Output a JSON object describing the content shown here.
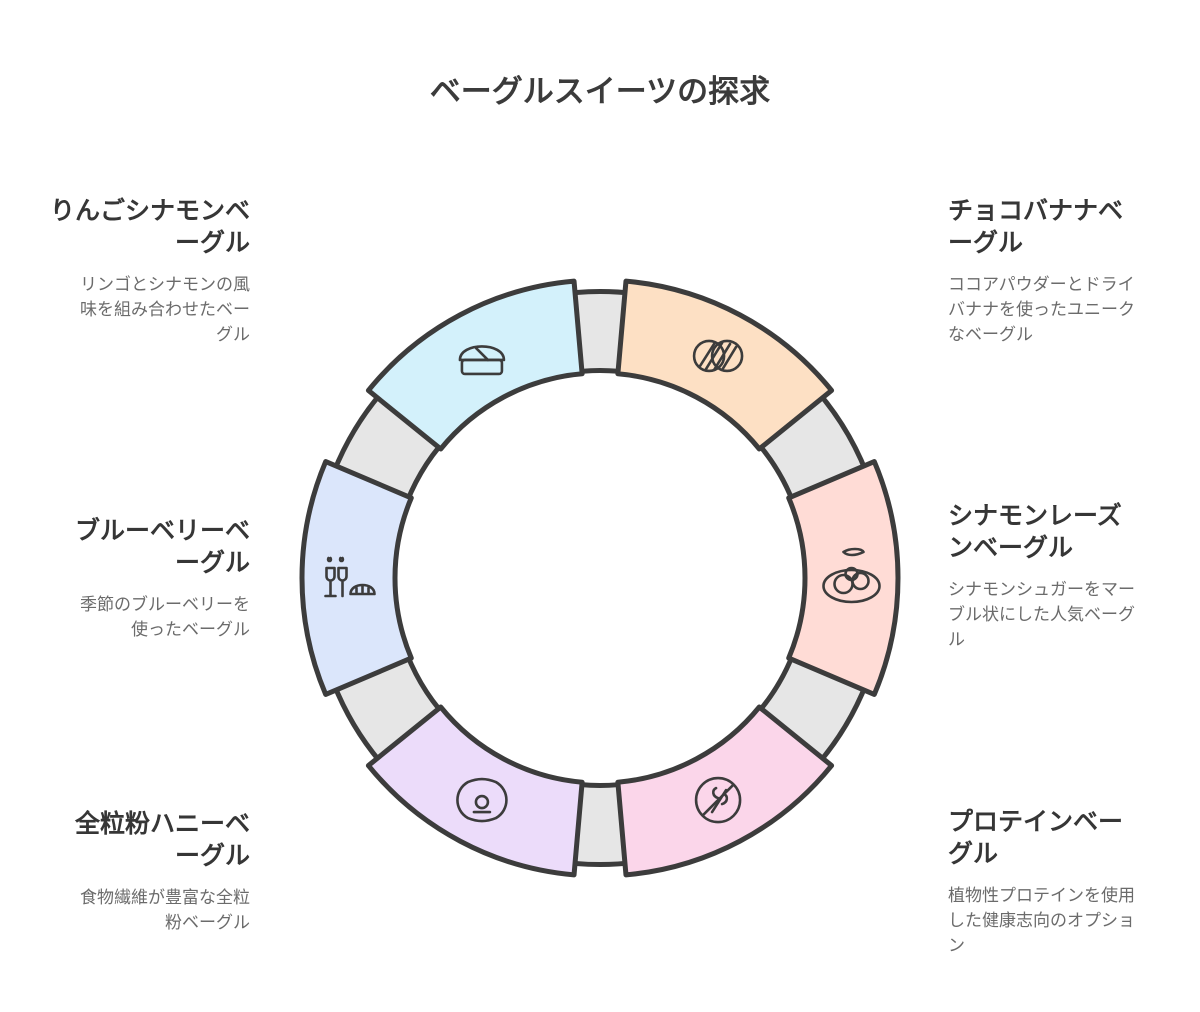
{
  "title": "ベーグルスイーツの探求",
  "items": [
    {
      "heading": "りんごシナモンベーグル",
      "description": "リンゴとシナモンの風味を組み合わせたベーグル",
      "color": "#d3f1fb",
      "icon": "bread-loaf-icon"
    },
    {
      "heading": "チョコバナナベーグル",
      "description": "ココアパウダーとドライバナナを使ったユニークなベーグル",
      "color": "#fde0c4",
      "icon": "intersecting-circles-icon"
    },
    {
      "heading": "シナモンレーズンベーグル",
      "description": "シナモンシュガーをマーブル状にした人気ベーグル",
      "color": "#ffdcd6",
      "icon": "cookies-plate-icon"
    },
    {
      "heading": "プロテインベーグル",
      "description": "植物性プロテインを使用した健康志向のオプション",
      "color": "#fbd6ea",
      "icon": "no-wheat-icon"
    },
    {
      "heading": "全粒粉ハニーベーグル",
      "description": "食物繊維が豊富な全粒粉ベーグル",
      "color": "#ecdcfa",
      "icon": "clam-shell-icon"
    },
    {
      "heading": "ブルーベリーベーグル",
      "description": "季節のブルーベリーを使ったベーグル",
      "color": "#dbe6fb",
      "icon": "wine-bread-icon"
    }
  ],
  "ring_color": "#e6e6e6"
}
